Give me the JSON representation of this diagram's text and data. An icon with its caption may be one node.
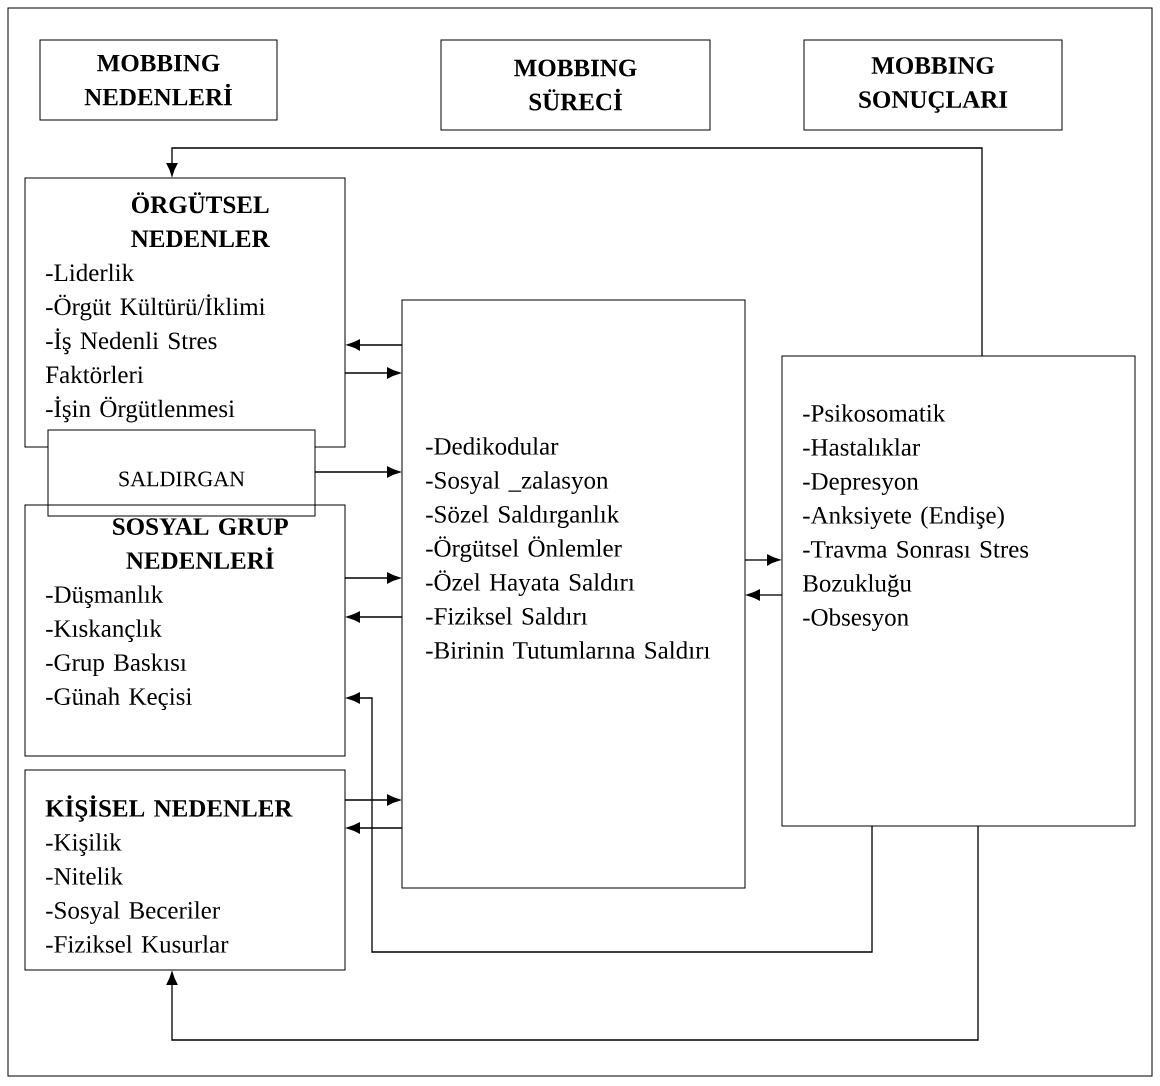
{
  "diagram": {
    "nodes": [
      {
        "text": [
          "MOBBING NEDENLERİ"
        ]
      },
      {
        "text": [
          "MOBBING SÜRECİ"
        ]
      },
      {
        "text": [
          "MOBBING SONUÇLARI"
        ]
      },
      {
        "text": [
          "ÖRGÜTSEL NEDENLER",
          "-Liderlik",
          "-Örgüt Kültürü/İklimi",
          "-İş Nedenli Stres Faktörleri",
          "-İşin Örgütlenmesi"
        ]
      },
      {
        "text": [
          "SALDIRGAN"
        ]
      },
      {
        "text": [
          "SOSYAL GRUP NEDENLERİ",
          "-Düşmanlık",
          "-Kıskançlık",
          "-Grup Baskısı",
          "-Günah Keçisi"
        ]
      },
      {
        "text": [
          "KİŞİSEL NEDENLER",
          "-Kişilik",
          "-Nitelik",
          "-Sosyal Beceriler",
          "-Fiziksel Kusurlar"
        ]
      },
      {
        "text": [
          "-Dedikodular",
          "-Sosyal _zalasyon",
          "-Sözel Saldırganlık",
          "-Örgütsel Önlemler",
          "-Özel Hayata Saldırı",
          "-Fiziksel Saldırı",
          "-Birinin Tutumlarına Saldırı"
        ]
      },
      {
        "text": [
          "-Psikosomatik",
          "-Hastalıklar",
          "-Depresyon",
          "-Anksiyete (Endişe)",
          "-Travma Sonrası Stres Bozukluğu",
          "-Obsesyon"
        ]
      }
    ],
    "edges": [
      {
        "from": 8,
        "to": 3,
        "arrow": "to"
      },
      {
        "from": 7,
        "to": 3,
        "arrow": "to"
      },
      {
        "from": 3,
        "to": 7,
        "arrow": "to"
      },
      {
        "from": 4,
        "to": 7,
        "arrow": "to"
      },
      {
        "from": 5,
        "to": 7,
        "arrow": "to"
      },
      {
        "from": 7,
        "to": 5,
        "arrow": "to"
      },
      {
        "from": 8,
        "to": 5,
        "arrow": "to"
      },
      {
        "from": 6,
        "to": 7,
        "arrow": "to"
      },
      {
        "from": 7,
        "to": 6,
        "arrow": "to"
      },
      {
        "from": 7,
        "to": 8,
        "arrow": "to"
      },
      {
        "from": 8,
        "to": 7,
        "arrow": "to"
      },
      {
        "from": 8,
        "to": 6,
        "arrow": "to"
      }
    ]
  }
}
